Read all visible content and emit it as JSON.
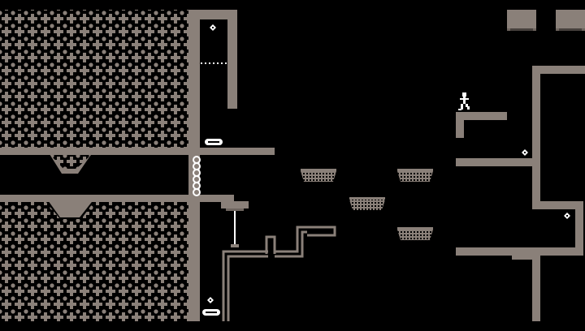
{
  "game": {
    "palette": {
      "background": "#000000",
      "wall": "#8a8079",
      "wall_dark": "#6e655f",
      "pattern": "#8a8079",
      "white": "#ffffff"
    },
    "hud": {
      "left_slot_label": "",
      "right_slot_label": ""
    },
    "player": {
      "icon": "stick-figure-player-icon",
      "state": "standing"
    },
    "items": [
      {
        "name": "diamond-gem",
        "icon": "sparkle-icon"
      },
      {
        "name": "diamond-gem",
        "icon": "sparkle-icon"
      },
      {
        "name": "diamond-gem",
        "icon": "sparkle-icon"
      },
      {
        "name": "diamond-gem",
        "icon": "sparkle-icon"
      }
    ],
    "platforms": {
      "floating_count": 4,
      "type": "crumbling-mesh"
    },
    "rope": {
      "type": "chain-ladder"
    }
  }
}
